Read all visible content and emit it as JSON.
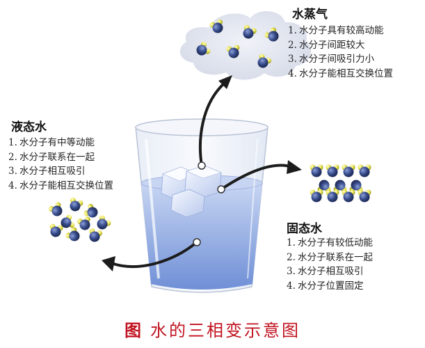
{
  "vapor": {
    "title": "水蒸气",
    "facts": [
      {
        "num": "1.",
        "text": "水分子具有较高动能"
      },
      {
        "num": "2.",
        "text": "水分子间距较大"
      },
      {
        "num": "3.",
        "text": "水分子间吸引力小"
      },
      {
        "num": "4.",
        "text": "水分子能相互交换位置"
      }
    ]
  },
  "liquid": {
    "title": "液态水",
    "facts": [
      {
        "num": "1.",
        "text": "水分子有中等动能"
      },
      {
        "num": "2.",
        "text": "水分子联系在一起"
      },
      {
        "num": "3.",
        "text": "水分子相互吸引"
      },
      {
        "num": "4.",
        "text": "水分子能相互交换位置"
      }
    ]
  },
  "solid": {
    "title": "固态水",
    "facts": [
      {
        "num": "1.",
        "text": "水分子有较低动能"
      },
      {
        "num": "2.",
        "text": "水分子联系在一起"
      },
      {
        "num": "3.",
        "text": "水分子相互吸引"
      },
      {
        "num": "4.",
        "text": "水分子位置固定"
      }
    ]
  },
  "caption": {
    "label": "图",
    "text": "水的三相变示意图"
  },
  "colors": {
    "caption": "#c1121f",
    "water": "#8fa8e0",
    "molecule_oxygen": "#3a4f8f",
    "molecule_hydrogen": "#e6e24a",
    "cloud": "#dfe3ee"
  }
}
